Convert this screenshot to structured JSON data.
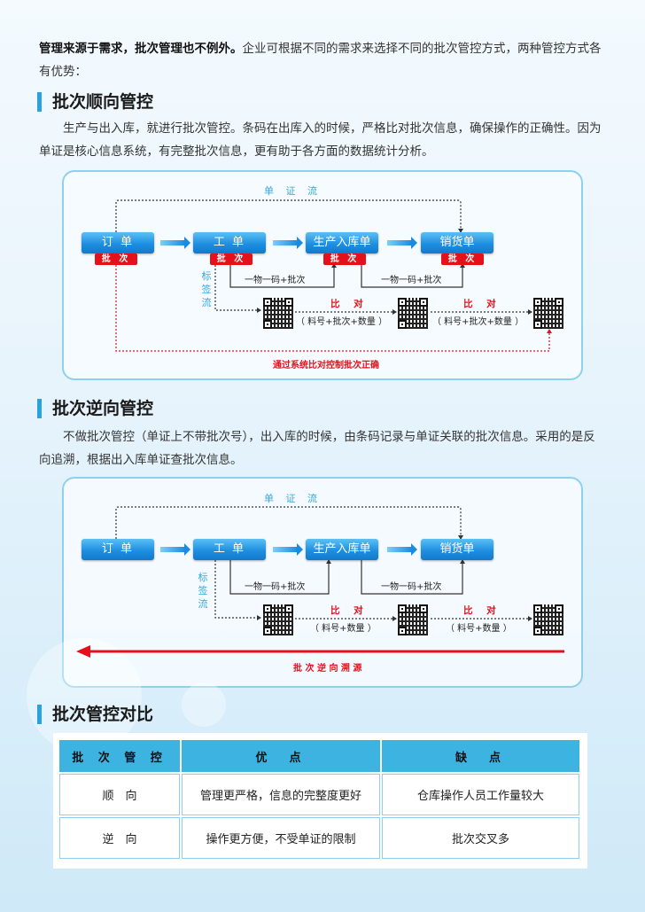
{
  "intro": {
    "bold": "管理来源于需求，批次管理也不例外。",
    "text": "企业可根据不同的需求来选择不同的批次管控方式，两种管控方式各有优势："
  },
  "sections": [
    {
      "title": "批次顺向管控",
      "para": "生产与出入库，就进行批次管控。条码在出库入的时候，严格比对批次信息，确保操作的正确性。因为单证是核心信息系统，有完整批次信息，更有助于各方面的数据统计分析。"
    },
    {
      "title": "批次逆向管控",
      "para": "不做批次管控（单证上不带批次号），出入库的时候，由条码记录与单证关联的批次信息。采用的是反向追溯，根据出入库单证查批次信息。"
    },
    {
      "title": "批次管控对比"
    }
  ],
  "diagram1": {
    "doc_flow": "单 证 流",
    "boxes": [
      "订 单",
      "工 单",
      "生产入库单",
      "销货单"
    ],
    "tag": "批 次",
    "link": "一物一码+批次",
    "label_flow": "标签流",
    "compare": "比 对",
    "compare_fields": "（ 料号+批次+数量 ）",
    "footer": "通过系统比对控制批次正确"
  },
  "diagram2": {
    "doc_flow": "单 证 流",
    "boxes": [
      "订 单",
      "工 单",
      "生产入库单",
      "销货单"
    ],
    "link": "一物一码+批次",
    "label_flow": "标签流",
    "compare": "比 对",
    "compare_fields": "（ 料号+数量 ）",
    "footer": "批 次 逆 向 溯 源"
  },
  "table": {
    "headers": [
      "批 次 管 控",
      "优　点",
      "缺　点"
    ],
    "rows": [
      [
        "顺　向",
        "管理更严格，信息的完整度更好",
        "仓库操作人员工作量较大"
      ],
      [
        "逆　向",
        "操作更方便，不受单证的限制",
        "批次交叉多"
      ]
    ]
  },
  "colors": {
    "accent": "#2aa3dc",
    "red": "#e4111a",
    "box": "#1f8fe0"
  }
}
